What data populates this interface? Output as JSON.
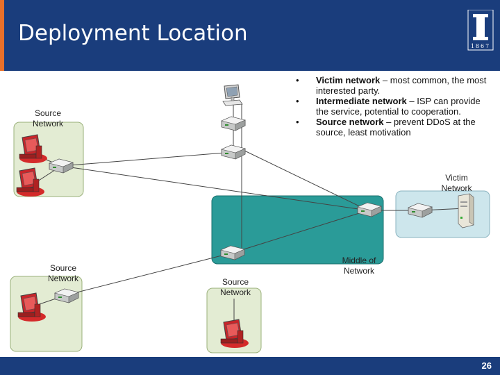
{
  "title": "Deployment Location",
  "logo": {
    "year": "1867",
    "icon": "university-column-logo"
  },
  "page_number": "26",
  "bullets": [
    {
      "bold": "Victim network",
      "text": " – most common, the most interested party."
    },
    {
      "bold": "Intermediate network",
      "text": " – ISP can provide the service, potential to cooperation."
    },
    {
      "bold": "Source network",
      "text": " – prevent DDoS at the source, least motivation"
    }
  ],
  "labels": {
    "source_top": "Source Network",
    "source_bottom_left": "Source Network",
    "source_bottom_middle": "Source Network",
    "victim": "Victim Network",
    "middle": "Middle of Network"
  },
  "colors": {
    "header": "#1a3d7c",
    "accent": "#e8702a",
    "source_region": "#e3ecd3",
    "middle_region": "#2a9b98",
    "victim_region": "#cde6ec"
  }
}
